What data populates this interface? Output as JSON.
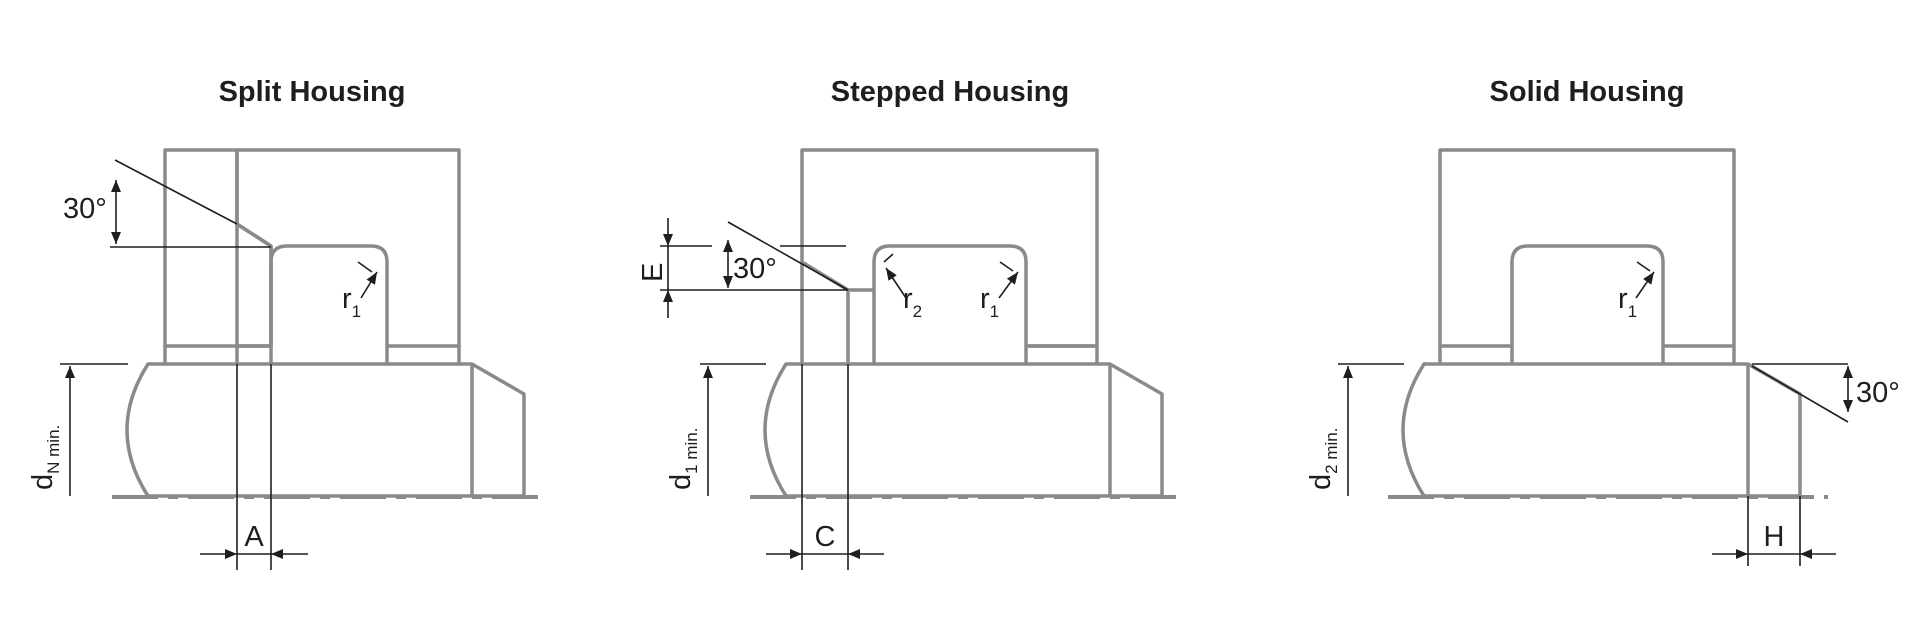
{
  "panels": [
    {
      "title": "Split Housing",
      "angle_label": "30°",
      "radius_label": {
        "main": "r",
        "sub": "1"
      },
      "diameter_label": {
        "main": "d",
        "sub": "N min."
      },
      "width_label": "A"
    },
    {
      "title": "Stepped Housing",
      "angle_label": "30°",
      "height_label": "E",
      "radius_labels": [
        {
          "main": "r",
          "sub": "2"
        },
        {
          "main": "r",
          "sub": "1"
        }
      ],
      "diameter_label": {
        "main": "d",
        "sub": "1 min."
      },
      "width_label": "C"
    },
    {
      "title": "Solid Housing",
      "angle_label": "30°",
      "radius_label": {
        "main": "r",
        "sub": "1"
      },
      "diameter_label": {
        "main": "d",
        "sub": "2 min."
      },
      "width_label": "H"
    }
  ],
  "colors": {
    "outline": "#8a8a8a",
    "hatch_fill": "#d6d6d6",
    "hatch_line": "#8f8f8f",
    "shaft_light": "#fbfbfb",
    "shaft_dark": "#c4c4c4",
    "text": "#1e1e1e"
  }
}
